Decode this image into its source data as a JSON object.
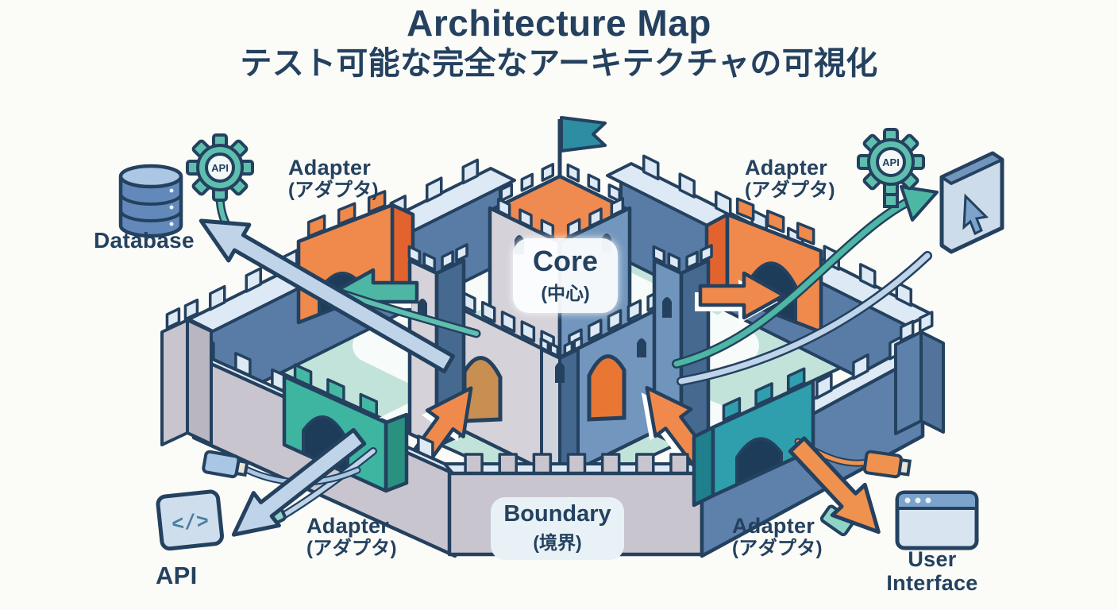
{
  "header": {
    "title": "Architecture Map",
    "subtitle": "テスト可能な完全なアーキテクチャの可視化"
  },
  "castle": {
    "core": {
      "en": "Core",
      "ja": "(中心)"
    },
    "boundary": {
      "en": "Boundary",
      "ja": "(境界)"
    },
    "adapter": {
      "en": "Adapter",
      "ja": "(アダプタ)"
    }
  },
  "externals": {
    "database": "Database",
    "api": "API",
    "user_interface": {
      "line1": "User",
      "line2": "Interface"
    }
  },
  "icons": {
    "gear_label": "API",
    "code_glyph": "</>"
  },
  "colors": {
    "navy_outline": "#24415f",
    "orange_gate": "#f0894c",
    "orange_dark": "#e2632e",
    "teal_gate_left": "#3db5a1",
    "teal_gate_right": "#2f9fae",
    "gear_teal": "#5fbfae",
    "arrow_teal": "#4db7a4",
    "pipe_blue": "#bfd4e9",
    "wall_gray": "#c9c5ce",
    "wall_blue": "#5d80a9",
    "walkway_pale": "#dde9f4",
    "courtyard_mint": "#c2e3da",
    "keep_gray": "#d5d2d9",
    "keep_blue": "#7296bd",
    "flag_teal": "#2d8da2"
  }
}
